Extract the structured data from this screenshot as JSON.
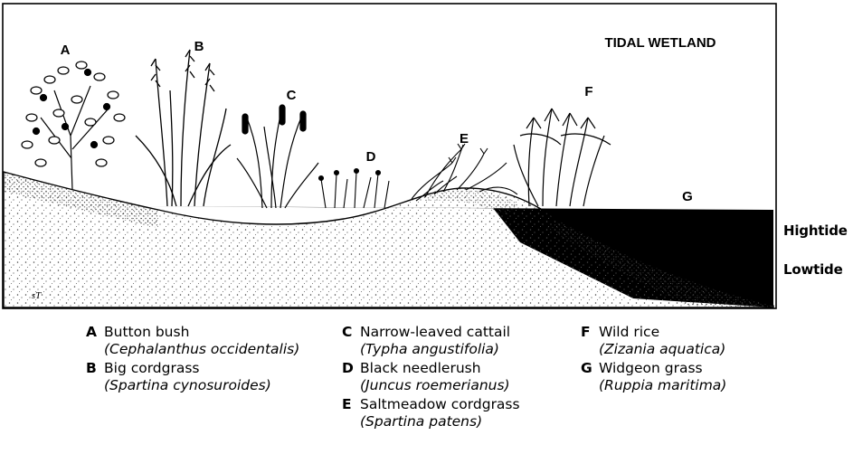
{
  "diagram": {
    "title": "TIDAL WETLAND",
    "plant_letters": [
      "A",
      "B",
      "C",
      "D",
      "E",
      "F",
      "G"
    ],
    "tide_labels": {
      "high": "Hightide",
      "low": "Lowtide"
    },
    "signature": "sT"
  },
  "legend": [
    {
      "letter": "A",
      "common": "Button bush",
      "scientific": "(Cephalanthus occidentalis)"
    },
    {
      "letter": "B",
      "common": "Big cordgrass",
      "scientific": "(Spartina cynosuroides)"
    },
    {
      "letter": "C",
      "common": "Narrow-leaved cattail",
      "scientific": "(Typha angustifolia)"
    },
    {
      "letter": "D",
      "common": "Black needlerush",
      "scientific": "(Juncus roemerianus)"
    },
    {
      "letter": "E",
      "common": "Saltmeadow cordgrass",
      "scientific": "(Spartina patens)"
    },
    {
      "letter": "F",
      "common": "Wild rice",
      "scientific": "(Zizania aquatica)"
    },
    {
      "letter": "G",
      "common": "Widgeon grass",
      "scientific": "(Ruppia maritima)"
    }
  ]
}
